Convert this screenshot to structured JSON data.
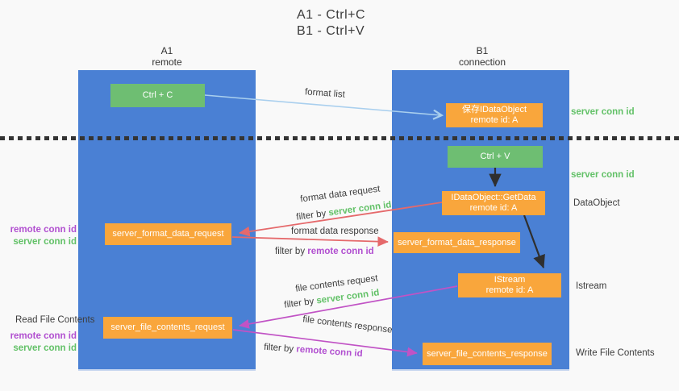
{
  "title": {
    "line1": "A1 - Ctrl+C",
    "line2": "B1 - Ctrl+V"
  },
  "lanes": {
    "left": {
      "title": "A1",
      "subtitle": "remote"
    },
    "right": {
      "title": "B1",
      "subtitle": "connection"
    }
  },
  "nodes": {
    "ctrl_c": {
      "label": "Ctrl + C"
    },
    "save_dataobject": {
      "line1": "保存IDataObject",
      "line2": "remote id: A"
    },
    "ctrl_v": {
      "label": "Ctrl + V"
    },
    "getdata": {
      "line1": "IDataObject::GetData",
      "line2": "remote id: A"
    },
    "format_request": {
      "label": "server_format_data_request"
    },
    "format_response": {
      "label": "server_format_data_response"
    },
    "istream": {
      "line1": "IStream",
      "line2": "remote id: A"
    },
    "file_request": {
      "label": "server_file_contents_request"
    },
    "file_response": {
      "label": "server_file_contents_response"
    }
  },
  "side_labels": {
    "server_conn_top": "server conn id",
    "server_conn_mid": "server conn id",
    "dataobject": "DataObject",
    "istream": "Istream",
    "write_file": "Write File Contents",
    "read_file": "Read File Contents",
    "left_remote_conn_1": "remote conn id",
    "left_server_conn_1": "server conn id",
    "left_remote_conn_2": "remote conn id",
    "left_server_conn_2": "server conn id"
  },
  "arrows": {
    "format_list": {
      "label": "format list"
    },
    "format_request": {
      "line1": "format data request",
      "filter_prefix": "filter by ",
      "filter_value": "server conn id"
    },
    "format_response": {
      "line1": "format data response",
      "filter_prefix": "filter by ",
      "filter_value": "remote conn id"
    },
    "file_request": {
      "line1": "file contents request",
      "filter_prefix": "filter by ",
      "filter_value": "server conn id"
    },
    "file_response": {
      "line1": "file contents response",
      "filter_prefix": "filter by ",
      "filter_value": "remote conn id"
    }
  },
  "colors": {
    "lane_blue": "#4a80d4",
    "box_green": "#6ebe72",
    "box_orange": "#f9a63c",
    "arrow_red": "#e5696b",
    "arrow_magenta": "#c153c5",
    "arrow_light_blue": "#a9cfee",
    "arrow_black": "#2f2f2f",
    "text_green": "#62c167",
    "text_purple": "#b14fd0",
    "text_dark": "#3d3d3d"
  }
}
